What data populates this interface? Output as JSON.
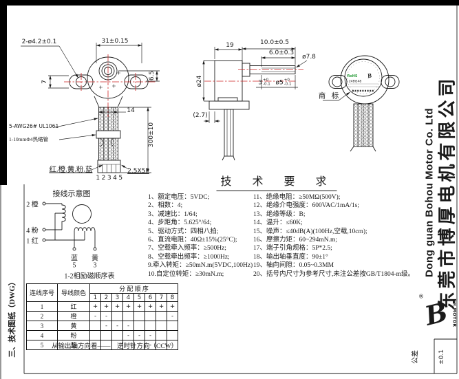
{
  "front_view": {
    "hole_dim": "2-ø4.2±0.1",
    "width_dim": "31±0.15",
    "ear_height": "7",
    "shaft_offset": "6.5",
    "bundle_width": "14",
    "wire_length": "300±10",
    "wire_spec": "5-AWG26# UL1061",
    "tube_spec": "1-10mmΦ4热缩管",
    "wire_colors": "红.橙.黄.粉.蓝",
    "pin_numbers": "12345",
    "connector_spec": "2.5X5P"
  },
  "side_view": {
    "body_depth": "19",
    "shaft_length": "10.0±0.5",
    "flat_length": "6.0±0.3",
    "boss_dia": "ø7.8",
    "body_dia": "ø24",
    "ref_dim": "(2.7)",
    "flat_dim": {
      "value": "3",
      "tol_upper": "+0",
      "tol_lower": "-0.1"
    },
    "shaft_dia": {
      "value": "ø5",
      "tol_upper": "+0",
      "tol_lower": "-0.1"
    }
  },
  "label_view": {
    "callout": "商 标",
    "rohs": "RoHS",
    "model": "24BYJ48"
  },
  "tech": {
    "title": "技 术 要 求",
    "left": [
      "1、额定电压：5VDC;",
      "2、相数：4;",
      "3、减速比：1/64;",
      "4、步距角：5.625°/64;",
      "5、驱动方式：四相八拍;",
      "6、直流电阻：40Ω±15%(25°C);",
      "7、空载牵入频率：≥500Hz;",
      "8、空载牵出频率：≥1000Hz;",
      "9.牵入转矩：≥50mN.m(5VDC,100Hz)",
      "10.自定位转矩：≥30mN.m;"
    ],
    "right": [
      "11、绝缘电阻：≥50MΩ(500V);",
      "12、绝缘介电强度：600VAC/1mA/1s;",
      "13、绝缘等级：B;",
      "14、温升：≤60K;",
      "15、噪声：≤40dB(A)(100Hz,空载,10cm);",
      "16、摩擦力矩：60~294mN.m;",
      "17、端子引角规格：5P*2.5;",
      "18、输出轴垂直度：90±1°",
      "19、轴向间隙：0.05~0.3MM",
      "20、括号内尺寸为参考尺寸,未注公差按GB/T1804-m级。"
    ]
  },
  "wiring": {
    "title": "接线示意图",
    "terminals": [
      "2 橙",
      "4 粉",
      "1 红"
    ],
    "bottom_terminals": [
      {
        "color": "蓝",
        "num": "5"
      },
      {
        "color": "黄",
        "num": "3"
      }
    ]
  },
  "sequence_table": {
    "title": "1-2相励磁顺序表",
    "col_wire": "连线序号",
    "col_color": "导线颜色",
    "col_sequence": "分 配 顺 序",
    "steps": [
      "1",
      "2",
      "3",
      "4",
      "5",
      "6",
      "7",
      "8"
    ],
    "rows": [
      {
        "no": "1",
        "color": "红",
        "cells": [
          "+",
          "+",
          "+",
          "+",
          "+",
          "+",
          "+",
          "+"
        ]
      },
      {
        "no": "2",
        "color": "橙",
        "cells": [
          "-",
          "-",
          "",
          "",
          "",
          "",
          "",
          "-"
        ]
      },
      {
        "no": "3",
        "color": "黄",
        "cells": [
          "",
          "-",
          "-",
          "-",
          "",
          "",
          "",
          ""
        ]
      },
      {
        "no": "4",
        "color": "粉",
        "cells": [
          "",
          "",
          "",
          "-",
          "-",
          "-",
          "",
          ""
        ]
      },
      {
        "no": "5",
        "color": "蓝",
        "cells": [
          "",
          "",
          "",
          "",
          "",
          "-",
          "-",
          "-"
        ]
      }
    ],
    "footer_left": "从输出轴方向看——",
    "footer_right": "逆时针方向（CCW）"
  },
  "company": {
    "name_cn": "东莞市博厚电机有限公司",
    "name_en": "Dong guan Bohou Motor Co. Ltd"
  },
  "logo": {
    "text": "BH MOTOR",
    "reg": "®",
    "glyph": "B"
  },
  "title_block": {
    "tolerance_label": "公差",
    "tolerance_value": "±0.1"
  },
  "margin": {
    "doc_label": "三、技术图纸（DWG）"
  }
}
